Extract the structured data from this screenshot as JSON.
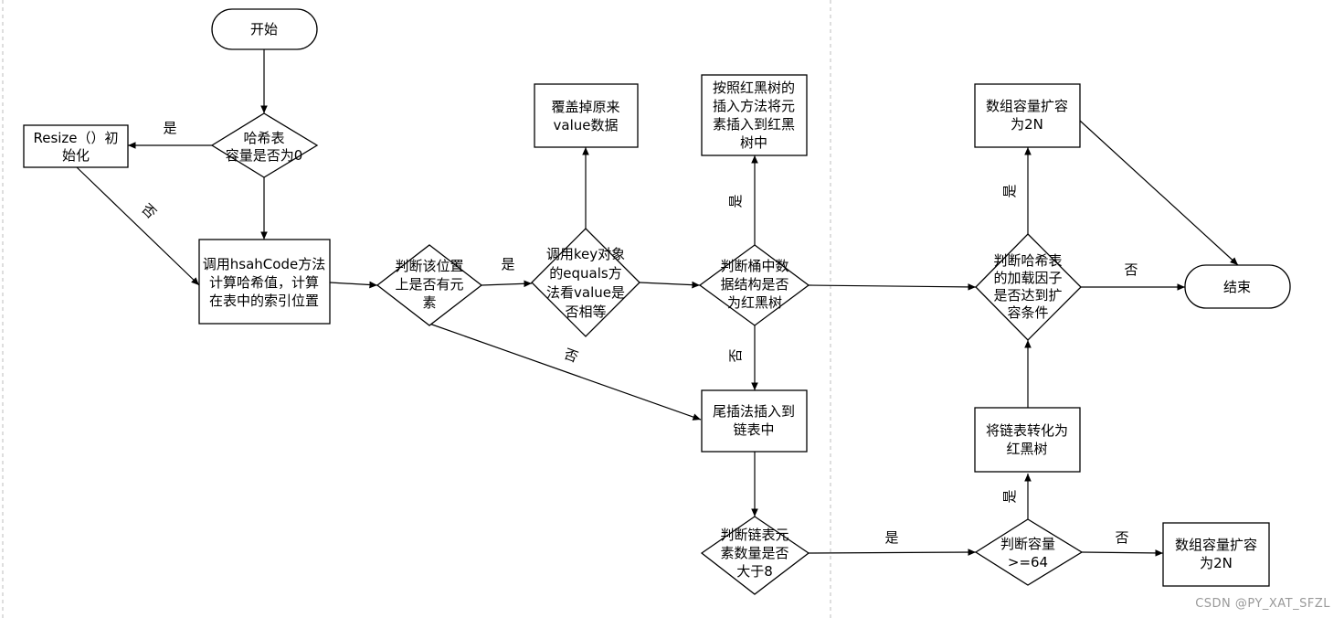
{
  "nodes": {
    "start": "开始",
    "cap_zero": [
      "哈希表",
      "容量是否为0"
    ],
    "resize_init": [
      "Resize（）初",
      "始化"
    ],
    "compute_hash": [
      "调用hsahCode方法",
      "计算哈希值，计算",
      "在表中的索引位置"
    ],
    "has_elem": [
      "判断该位置",
      "上是否有元",
      "素"
    ],
    "key_equals": [
      "调用key对象",
      "的equals方",
      "法看value是",
      "否相等"
    ],
    "overwrite": [
      "覆盖掉原来",
      "value数据"
    ],
    "is_rbtree": [
      "判断桶中数",
      "据结构是否",
      "为红黑树"
    ],
    "rb_insert": [
      "按照红黑树的",
      "插入方法将元",
      "素插入到红黑",
      "树中"
    ],
    "tail_insert": [
      "尾插法插入到",
      "链表中"
    ],
    "list_gt8": [
      "判断链表元",
      "素数量是否",
      "大于8"
    ],
    "cap_ge64": [
      "判断容量",
      ">=64"
    ],
    "to_rbtree": [
      "将链表转化为",
      "红黑树"
    ],
    "load_factor": [
      "判断哈希表",
      "的加载因子",
      "是否达到扩",
      "容条件"
    ],
    "expand_top": [
      "数组容量扩容",
      "为2N"
    ],
    "expand_right": [
      "数组容量扩容",
      "为2N"
    ],
    "end": "结束"
  },
  "edge_labels": {
    "cap_zero_yes": "是",
    "cap_zero_no": "否",
    "has_elem_yes": "是",
    "has_elem_no": "否",
    "rbtree_yes": "是",
    "rbtree_no": "否",
    "list_yes": "是",
    "cap64_no": "否",
    "cap64_yes": "是",
    "load_yes": "是",
    "load_no": "否"
  },
  "watermark": "CSDN @PY_XAT_SFZL"
}
